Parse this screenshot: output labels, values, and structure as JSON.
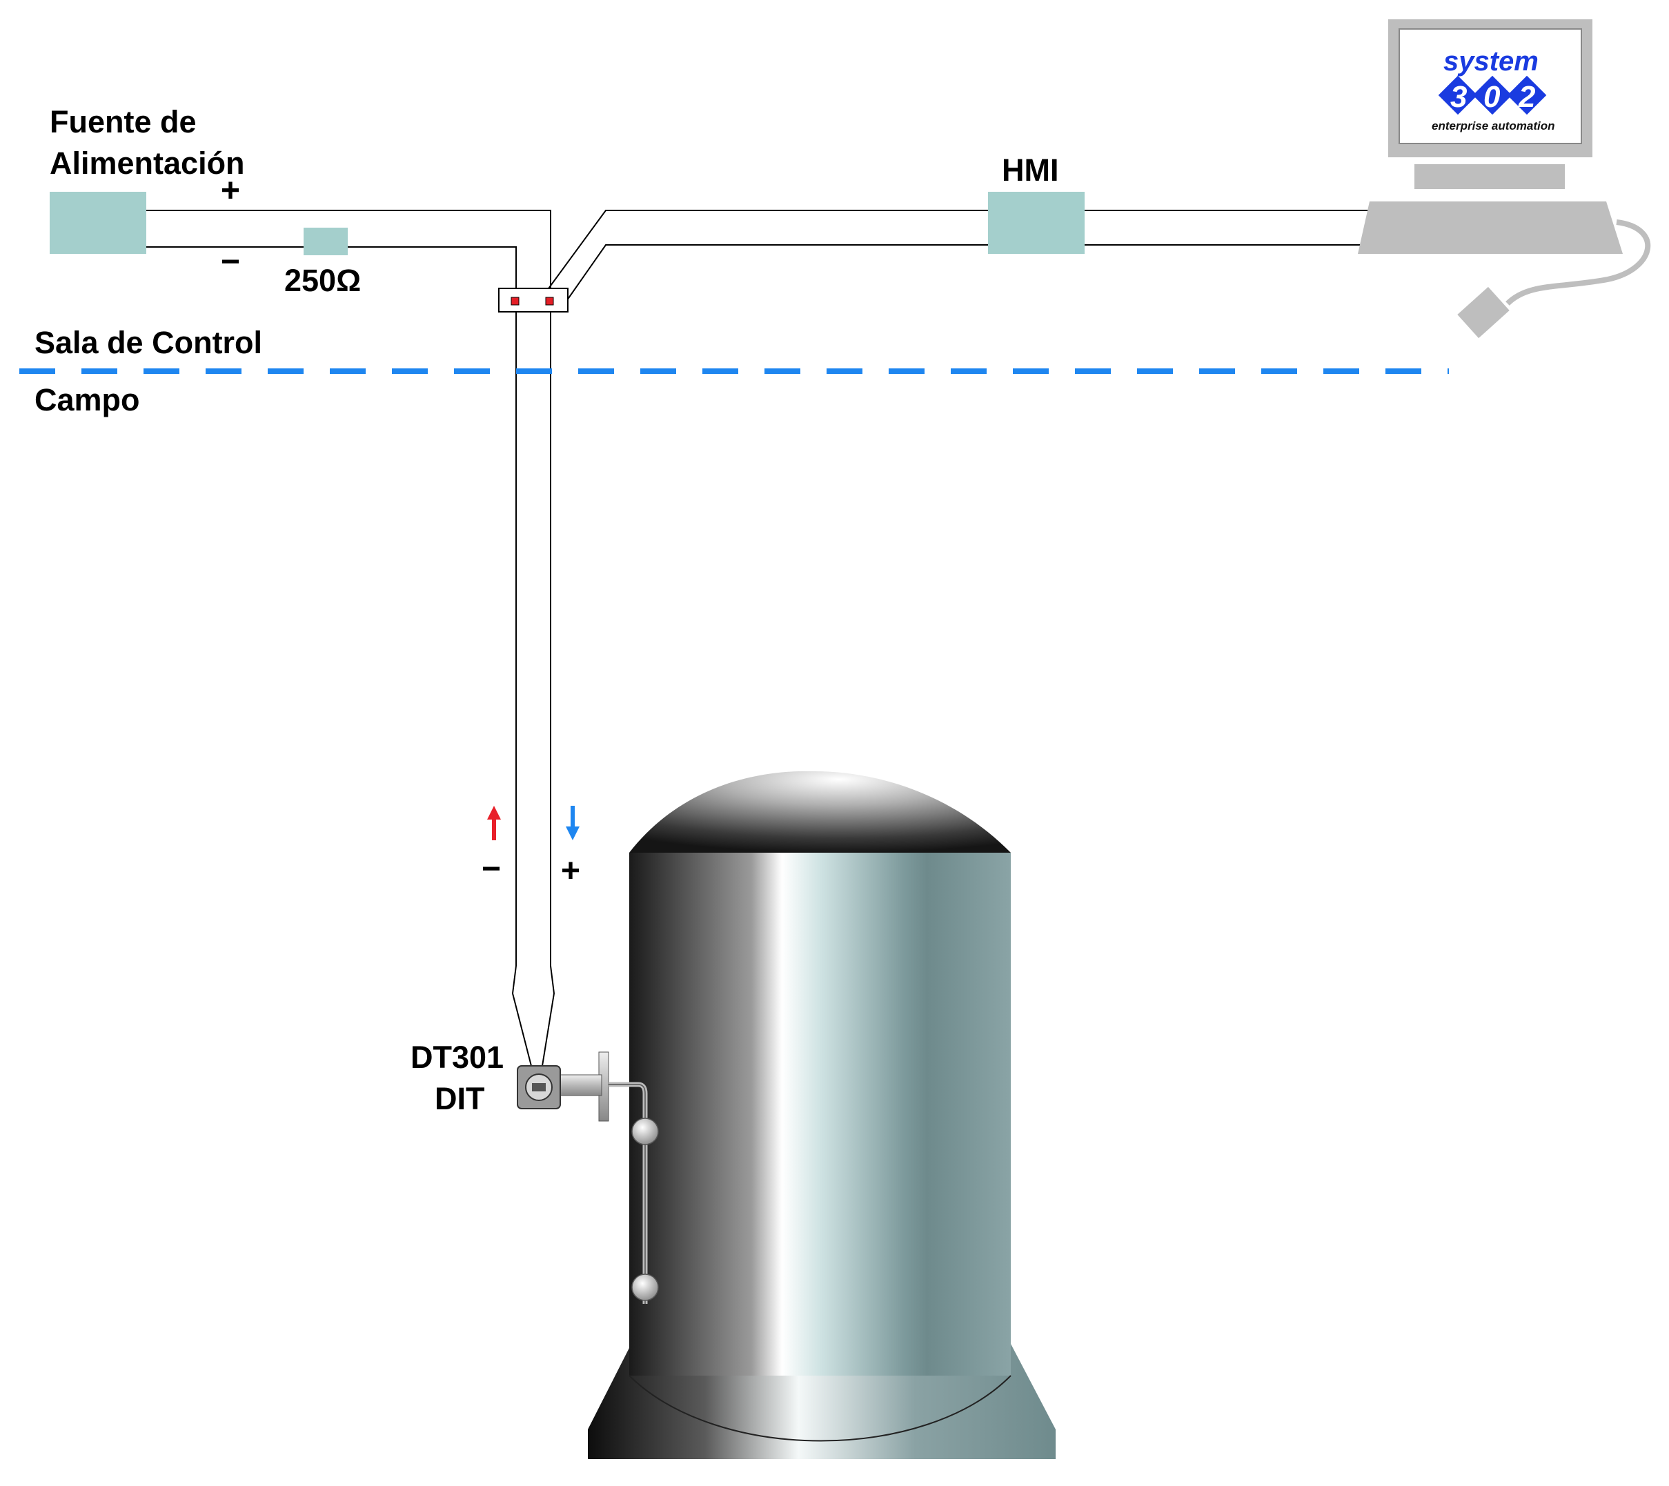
{
  "labels": {
    "power_supply_line1": "Fuente de",
    "power_supply_line2": "Alimentación",
    "plus_top": "+",
    "minus_top": "−",
    "resistor": "250Ω",
    "hmi": "HMI",
    "control_room": "Sala de Control",
    "field": "Campo",
    "minus_field": "−",
    "plus_field": "+",
    "device_model": "DT301",
    "device_tag": "DIT"
  },
  "logo": {
    "word": "system",
    "digits": [
      "3",
      "0",
      "2"
    ],
    "tagline": "enterprise automation"
  },
  "colors": {
    "box_fill": "#a4cfcc",
    "dashed_line": "#1e86f0",
    "arrow_up": "#e8202a",
    "arrow_down": "#1e86f0",
    "terminal": "#e41e26",
    "computer_gray": "#bebebe",
    "logo_blue": "#1a3be0"
  },
  "icons": {
    "arrow_up": "arrow-up-icon",
    "arrow_down": "arrow-down-icon",
    "computer": "computer-icon",
    "tank": "tank-icon",
    "transmitter": "transmitter-icon"
  }
}
